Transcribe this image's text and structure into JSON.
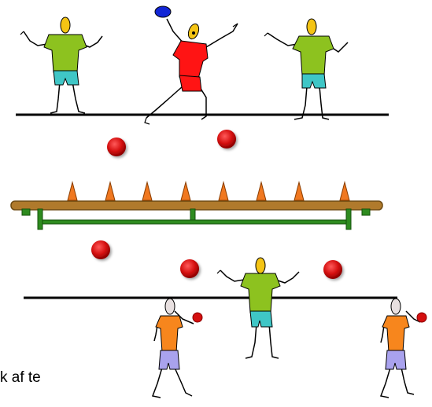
{
  "caption": "k af te",
  "colors": {
    "line": "#000000",
    "bench_top": "#b07a2c",
    "bench_frame": "#2e8b1f",
    "cone": "#f07820",
    "ball": "#d40f0f",
    "green_shirt": "#8dc21f",
    "cyan_shorts": "#3fc6c6",
    "red_player": "#ff1414",
    "blue_ball": "#1226d6",
    "orange_shirt": "#f7861d",
    "lavender_shorts": "#a9a2ee",
    "skin": "#f4c414"
  },
  "icons": [
    "stick-figure-green",
    "stick-figure-red",
    "stick-figure-orange",
    "cone-icon",
    "ball-icon",
    "bench-icon"
  ]
}
